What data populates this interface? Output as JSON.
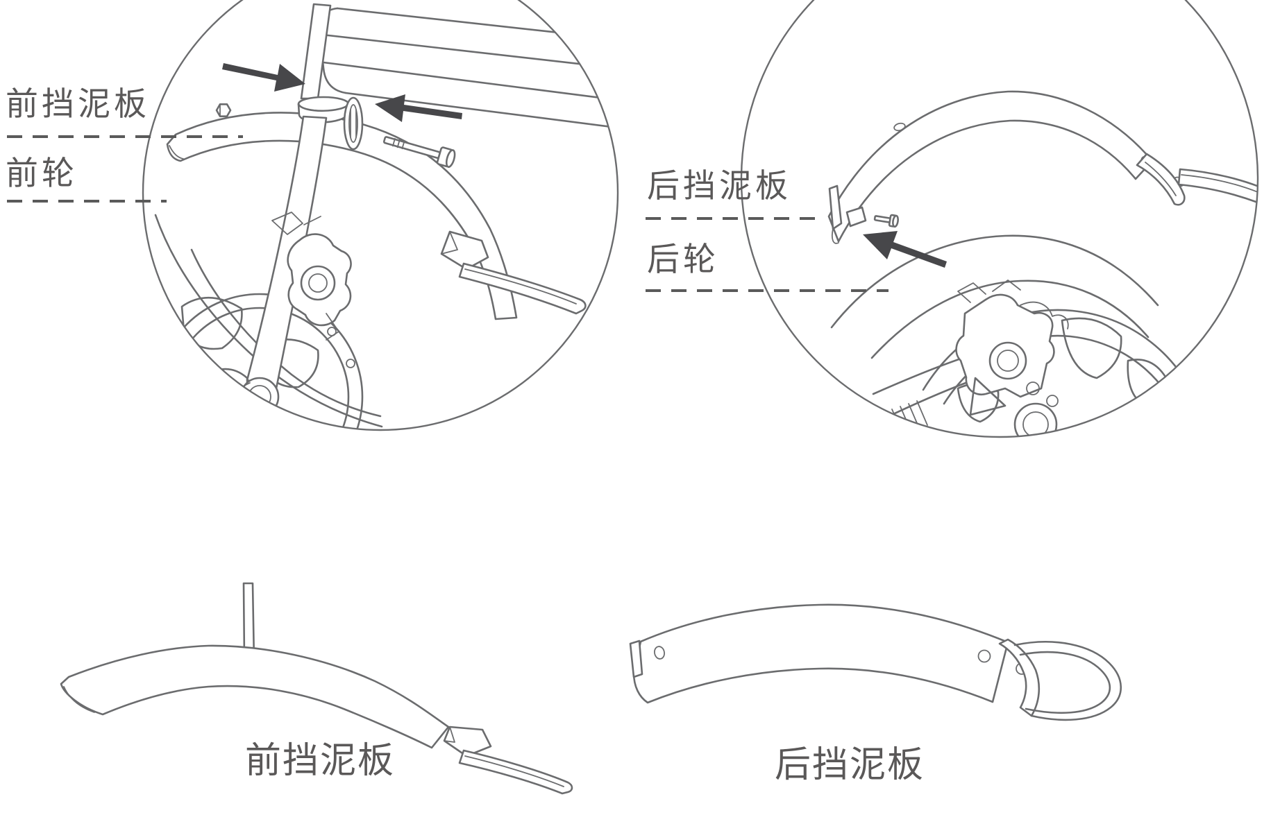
{
  "colors": {
    "background": "#ffffff",
    "line": "#6b6c6e",
    "text": "#5a5858",
    "arrow": "#47474a",
    "dash": "#5a5a5a"
  },
  "front_view": {
    "fender_label": "前挡泥板",
    "wheel_label": "前轮"
  },
  "rear_view": {
    "fender_label": "后挡泥板",
    "wheel_label": "后轮"
  },
  "parts": {
    "front_fender_label": "前挡泥板",
    "rear_fender_label": "后挡泥板"
  }
}
